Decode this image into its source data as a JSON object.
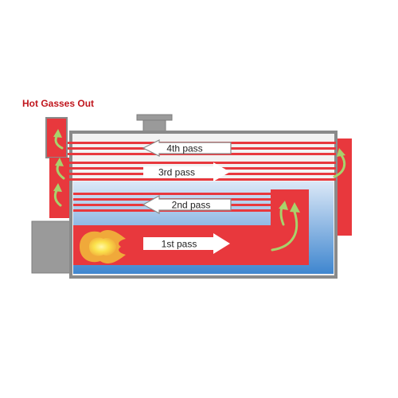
{
  "title": "Hot Gasses Out",
  "passes": [
    {
      "label": "4th pass",
      "direction": "left"
    },
    {
      "label": "3rd pass",
      "direction": "right"
    },
    {
      "label": "2nd pass",
      "direction": "left"
    },
    {
      "label": "1st pass",
      "direction": "right"
    }
  ],
  "colors": {
    "hot_gas": "#e8383d",
    "title": "#c0161d",
    "shell": "#8a8a8a",
    "shell_fill": "#f2f2f2",
    "water_top": "#dbe8f7",
    "water_bottom": "#3f86cf",
    "arrow_body": "#ffffff",
    "arrow_outline": "#8a8a8a",
    "flow_arrow": "#a8d26b",
    "burner": "#9a9a9a",
    "flame_outer": "#f0a93a",
    "flame_inner": "#fbe24c"
  },
  "icons": [
    "flame-icon",
    "flow-curve-arrow-icon"
  ]
}
